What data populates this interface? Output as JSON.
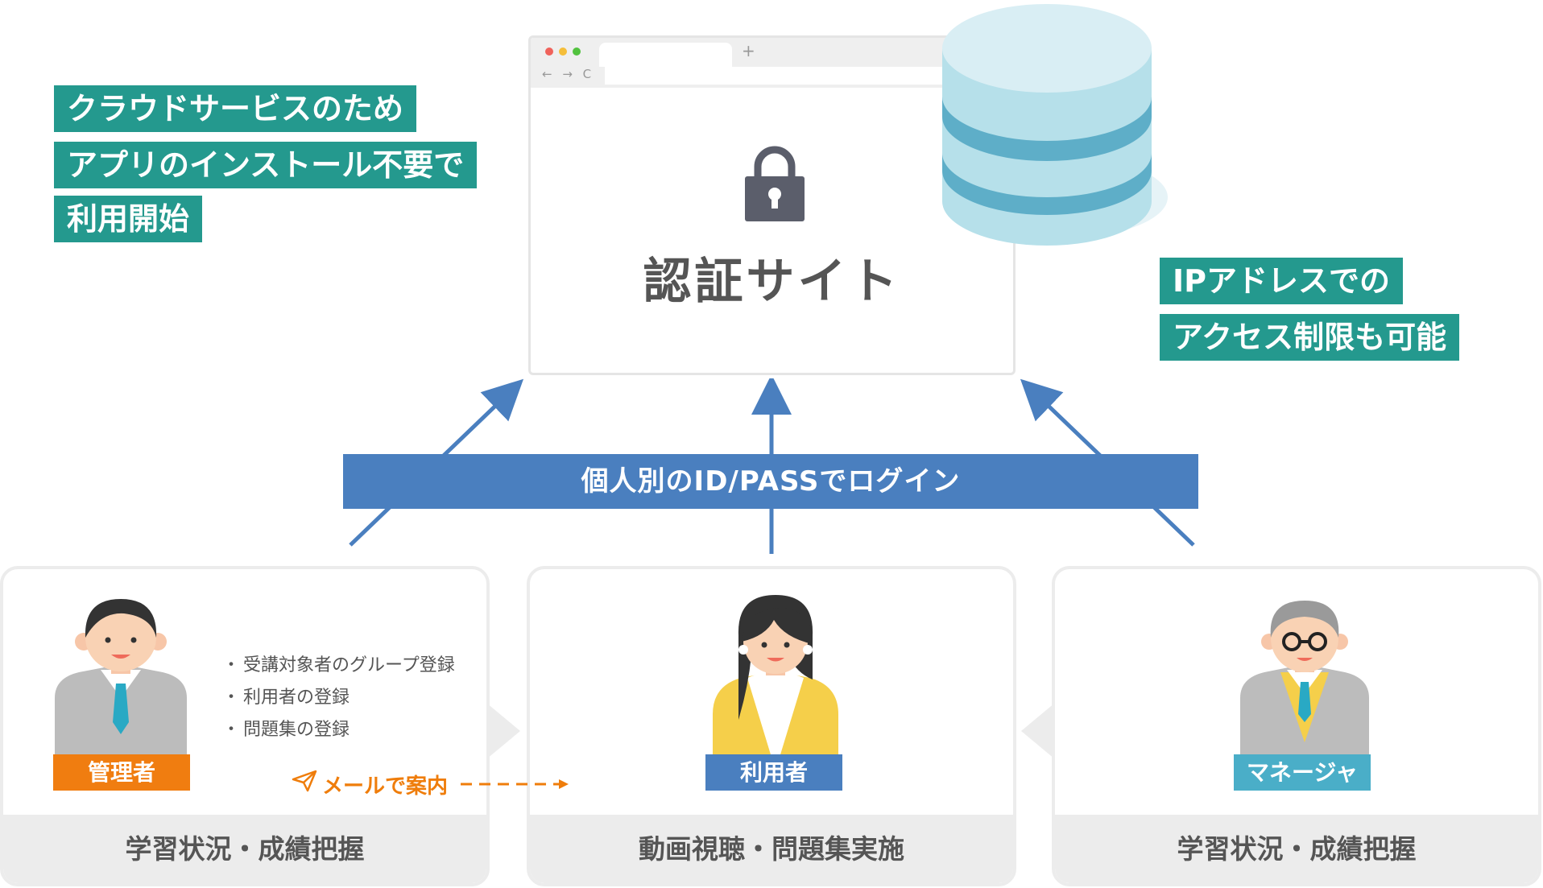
{
  "features_left": [
    "クラウドサービスのため",
    "アプリのインストール不要で",
    "利用開始"
  ],
  "features_right": [
    "IPアドレスでの",
    "アクセス制限も可能"
  ],
  "auth_site": {
    "title": "認証サイト",
    "tab_plus": "+",
    "nav": "← → C"
  },
  "login_banner": "個人別のID/PASSでログイン",
  "roles": {
    "admin": {
      "label": "管理者",
      "tasks": [
        "受講対象者のグループ登録",
        "利用者の登録",
        "問題集の登録"
      ],
      "footer": "学習状況・成績把握",
      "color": "#f07d10"
    },
    "user": {
      "label": "利用者",
      "footer": "動画視聴・問題集実施",
      "color": "#4a7fbf"
    },
    "manager": {
      "label": "マネージャ",
      "footer": "学習状況・成績把握",
      "color": "#4aaec8"
    }
  },
  "mail_note": "メールで案内",
  "colors": {
    "teal": "#24998e",
    "blue": "#4a7fbf",
    "orange": "#ef7d0b",
    "db_light": "#b6e0ea",
    "db_dark": "#5eaec8"
  }
}
